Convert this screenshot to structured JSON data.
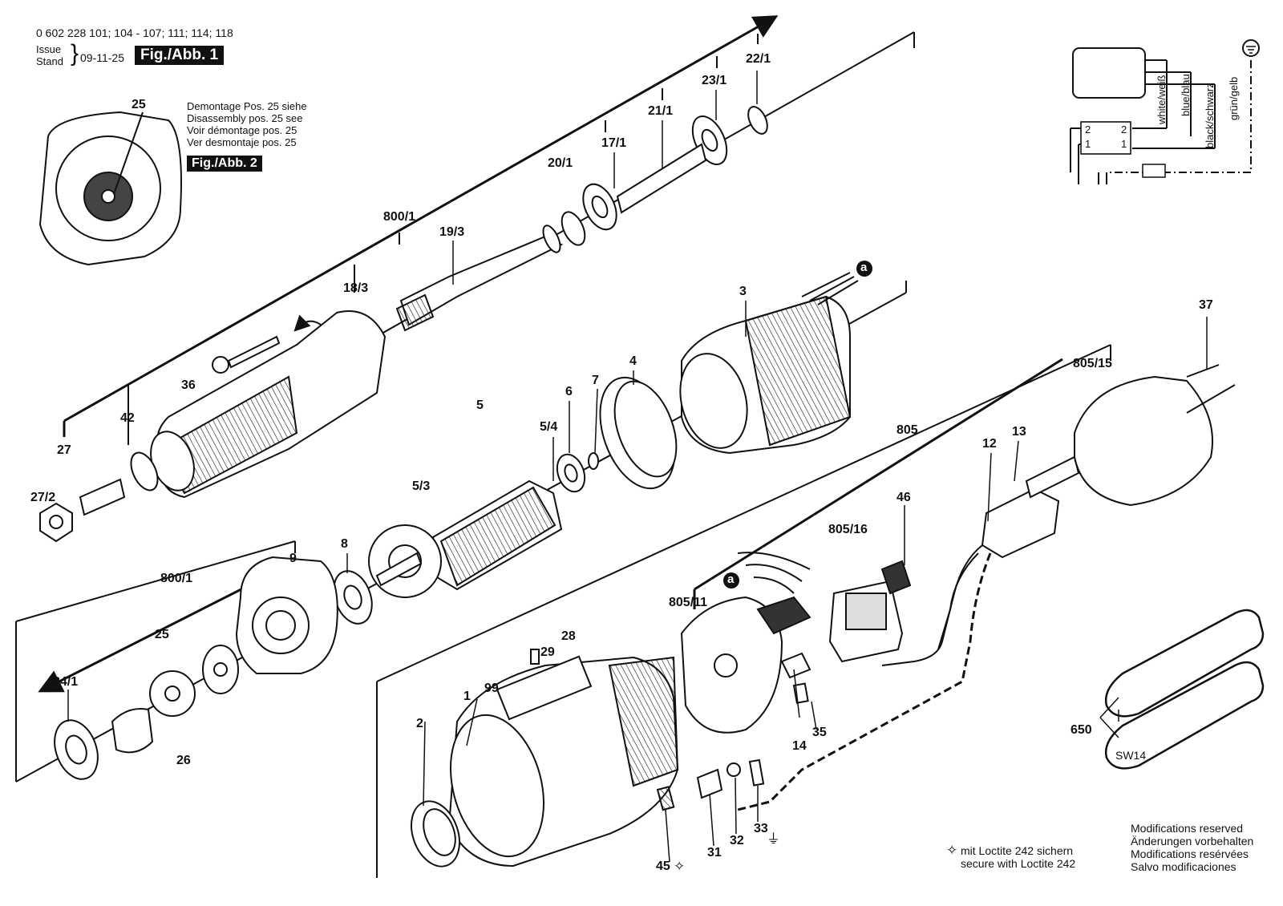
{
  "header": {
    "model_numbers": "0 602 228 101; 104 - 107; 111; 114; 118",
    "issue_label": "Issue",
    "stand_label": "Stand",
    "issue_date": "09-11-25",
    "figure_label": "Fig./Abb. 1"
  },
  "inset_note": {
    "lines": [
      "Demontage Pos. 25 siehe",
      "Disassembly pos. 25 see",
      "Voir démontage pos. 25",
      "Ver desmontaje pos. 25"
    ],
    "figure_ref": "Fig./Abb. 2",
    "inset_part": "25"
  },
  "wiring": {
    "wires": [
      "white/weiß",
      "blue/blau",
      "black/schwarz",
      "grün/gelb"
    ],
    "terminal_top": [
      "2",
      "2"
    ],
    "terminal_bottom": [
      "1",
      "1"
    ]
  },
  "parts": [
    "22/1",
    "23/1",
    "21/1",
    "17/1",
    "20/1",
    "19/3",
    "800/1",
    "18/3",
    "36",
    "42",
    "27",
    "27/2",
    "3",
    "4",
    "7",
    "6",
    "5",
    "5/4",
    "5/3",
    "8",
    "9",
    "800/1",
    "25",
    "24/1",
    "26",
    "37",
    "805/15",
    "805",
    "12",
    "13",
    "46",
    "805/16",
    "805/11",
    "99",
    "28",
    "29",
    "1",
    "2",
    "45",
    "31",
    "32",
    "33",
    "14",
    "35",
    "650",
    "SW14"
  ],
  "connection_marker": "a",
  "notes": {
    "loctite": [
      "mit Loctite 242 sichern",
      "secure with Loctite 242"
    ],
    "modifications": [
      "Modifications reserved",
      "Änderungen vorbehalten",
      "Modifications resérvées",
      "Salvo modificaciones"
    ]
  }
}
